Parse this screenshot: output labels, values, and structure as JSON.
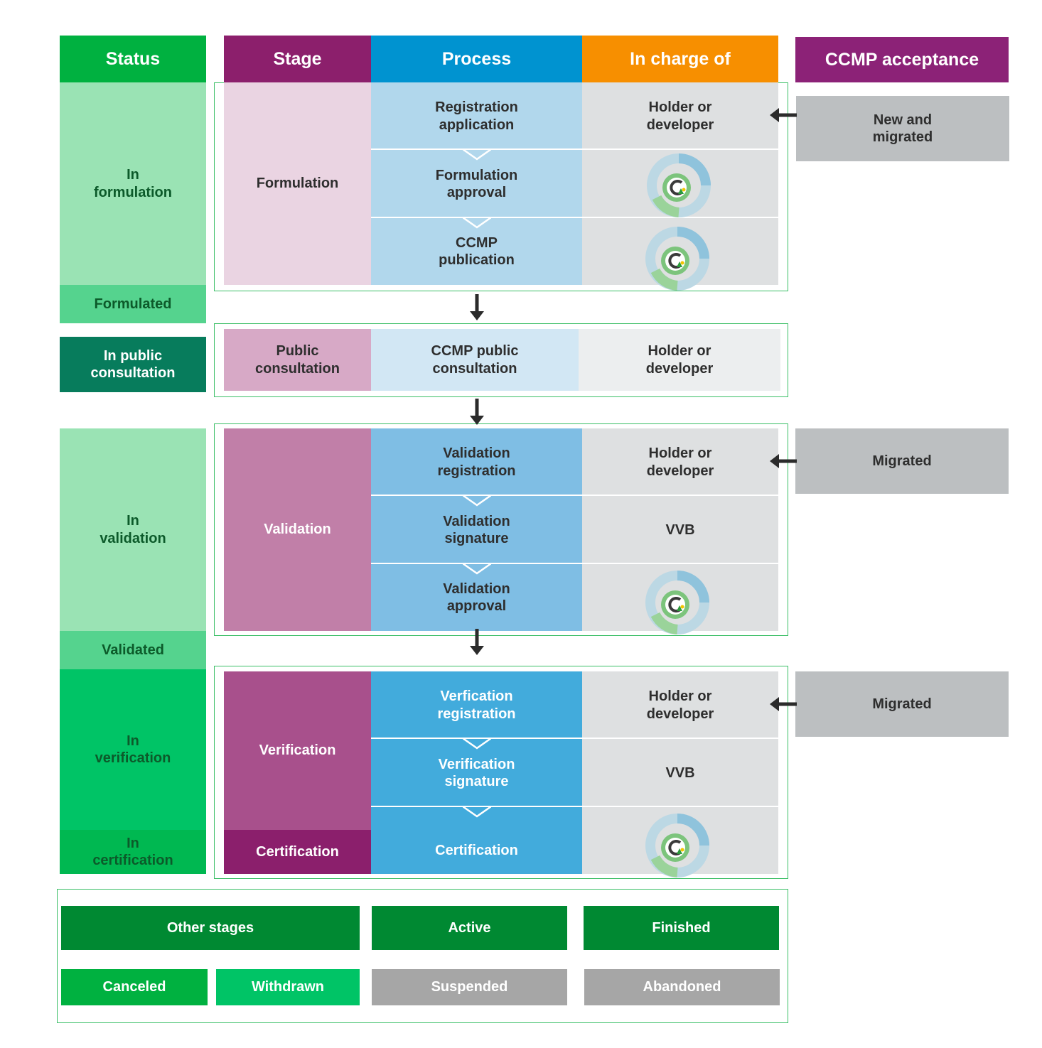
{
  "headers": {
    "status": "Status",
    "stage": "Stage",
    "process": "Process",
    "in_charge": "In charge of",
    "acceptance": "CCMP acceptance"
  },
  "status": {
    "in_formulation": "In\nformulation",
    "formulated": "Formulated",
    "in_public_consultation": "In public\nconsultation",
    "in_validation": "In\nvalidation",
    "validated": "Validated",
    "in_verification": "In\nverification",
    "in_certification": "In\ncertification"
  },
  "stages": {
    "formulation": "Formulation",
    "public_consultation": "Public\nconsultation",
    "validation": "Validation",
    "verification": "Verification",
    "certification": "Certification"
  },
  "process": {
    "registration_application": "Registration\napplication",
    "formulation_approval": "Formulation\napproval",
    "ccmp_publication": "CCMP\npublication",
    "ccmp_public_consultation": "CCMP public\nconsultation",
    "validation_registration": "Validation\nregistration",
    "validation_signature": "Validation\nsignature",
    "validation_approval": "Validation\napproval",
    "verification_registration": "Verfication\nregistration",
    "verification_signature": "Verification\nsignature",
    "certification": "Certification"
  },
  "in_charge": {
    "holder_1": "Holder or\ndeveloper",
    "holder_2": "Holder or\ndeveloper",
    "holder_3": "Holder or\ndeveloper",
    "holder_4": "Holder or\ndeveloper",
    "vvb_1": "VVB",
    "vvb_2": "VVB",
    "logo_icon": "colcx-logo-icon"
  },
  "acceptance": {
    "new_and_migrated": "New and\nmigrated",
    "migrated_1": "Migrated",
    "migrated_2": "Migrated"
  },
  "legend": {
    "other_stages": "Other stages",
    "active": "Active",
    "finished": "Finished",
    "canceled": "Canceled",
    "withdrawn": "Withdrawn",
    "suspended": "Suspended",
    "abandoned": "Abandoned"
  },
  "colors": {
    "status_header": "#00b140",
    "stage_header": "#8c1f6c",
    "process_header": "#0093d0",
    "in_charge_header": "#f78f00",
    "acceptance_header": "#8c2277",
    "light_green": "#9ae3b4",
    "mid_green": "#55d38e",
    "dark_teal": "#077c5c",
    "bright_green": "#00c466",
    "gray_box": "#bcbfc1",
    "legend_dark_green": "#008932",
    "legend_gray": "#a6a6a6"
  }
}
